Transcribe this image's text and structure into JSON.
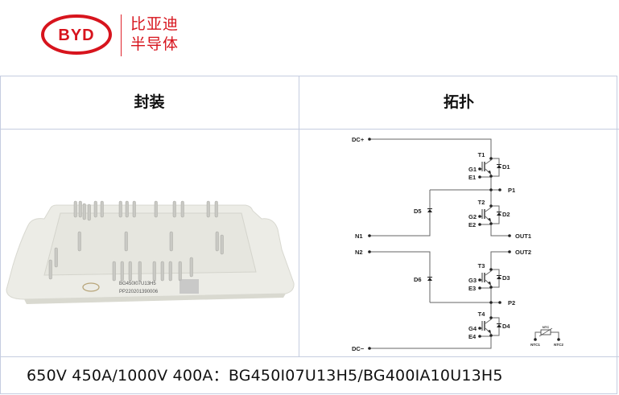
{
  "header": {
    "logo_text": "BYD",
    "brand_line1": "比亚迪",
    "brand_line2": "半导体",
    "brand_color": "#d7141d"
  },
  "table": {
    "col1_header": "封装",
    "col2_header": "拓扑",
    "module_marking": {
      "part": "BG450I07U13H5",
      "serial": "PP220201390006",
      "logo": "BYD"
    },
    "footer": "650V 450A/1000V 400A：BG450I07U13H5/BG400IA10U13H5"
  },
  "topology": {
    "terminals": {
      "dcp": "DC+",
      "dcm": "DC−",
      "n1": "N1",
      "n2": "N2",
      "p1": "P1",
      "p2": "P2",
      "out1": "OUT1",
      "out2": "OUT2",
      "ntc1": "NTC1",
      "ntc2": "NTC2",
      "ntc": "NTC"
    },
    "switches": [
      {
        "t": "T1",
        "d": "D1",
        "g": "G1",
        "e": "E1"
      },
      {
        "t": "T2",
        "d": "D2",
        "g": "G2",
        "e": "E2"
      },
      {
        "t": "T3",
        "d": "D3",
        "g": "G3",
        "e": "E3"
      },
      {
        "t": "T4",
        "d": "D4",
        "g": "G4",
        "e": "E4"
      }
    ],
    "clamp_diodes": [
      "D5",
      "D6"
    ]
  }
}
